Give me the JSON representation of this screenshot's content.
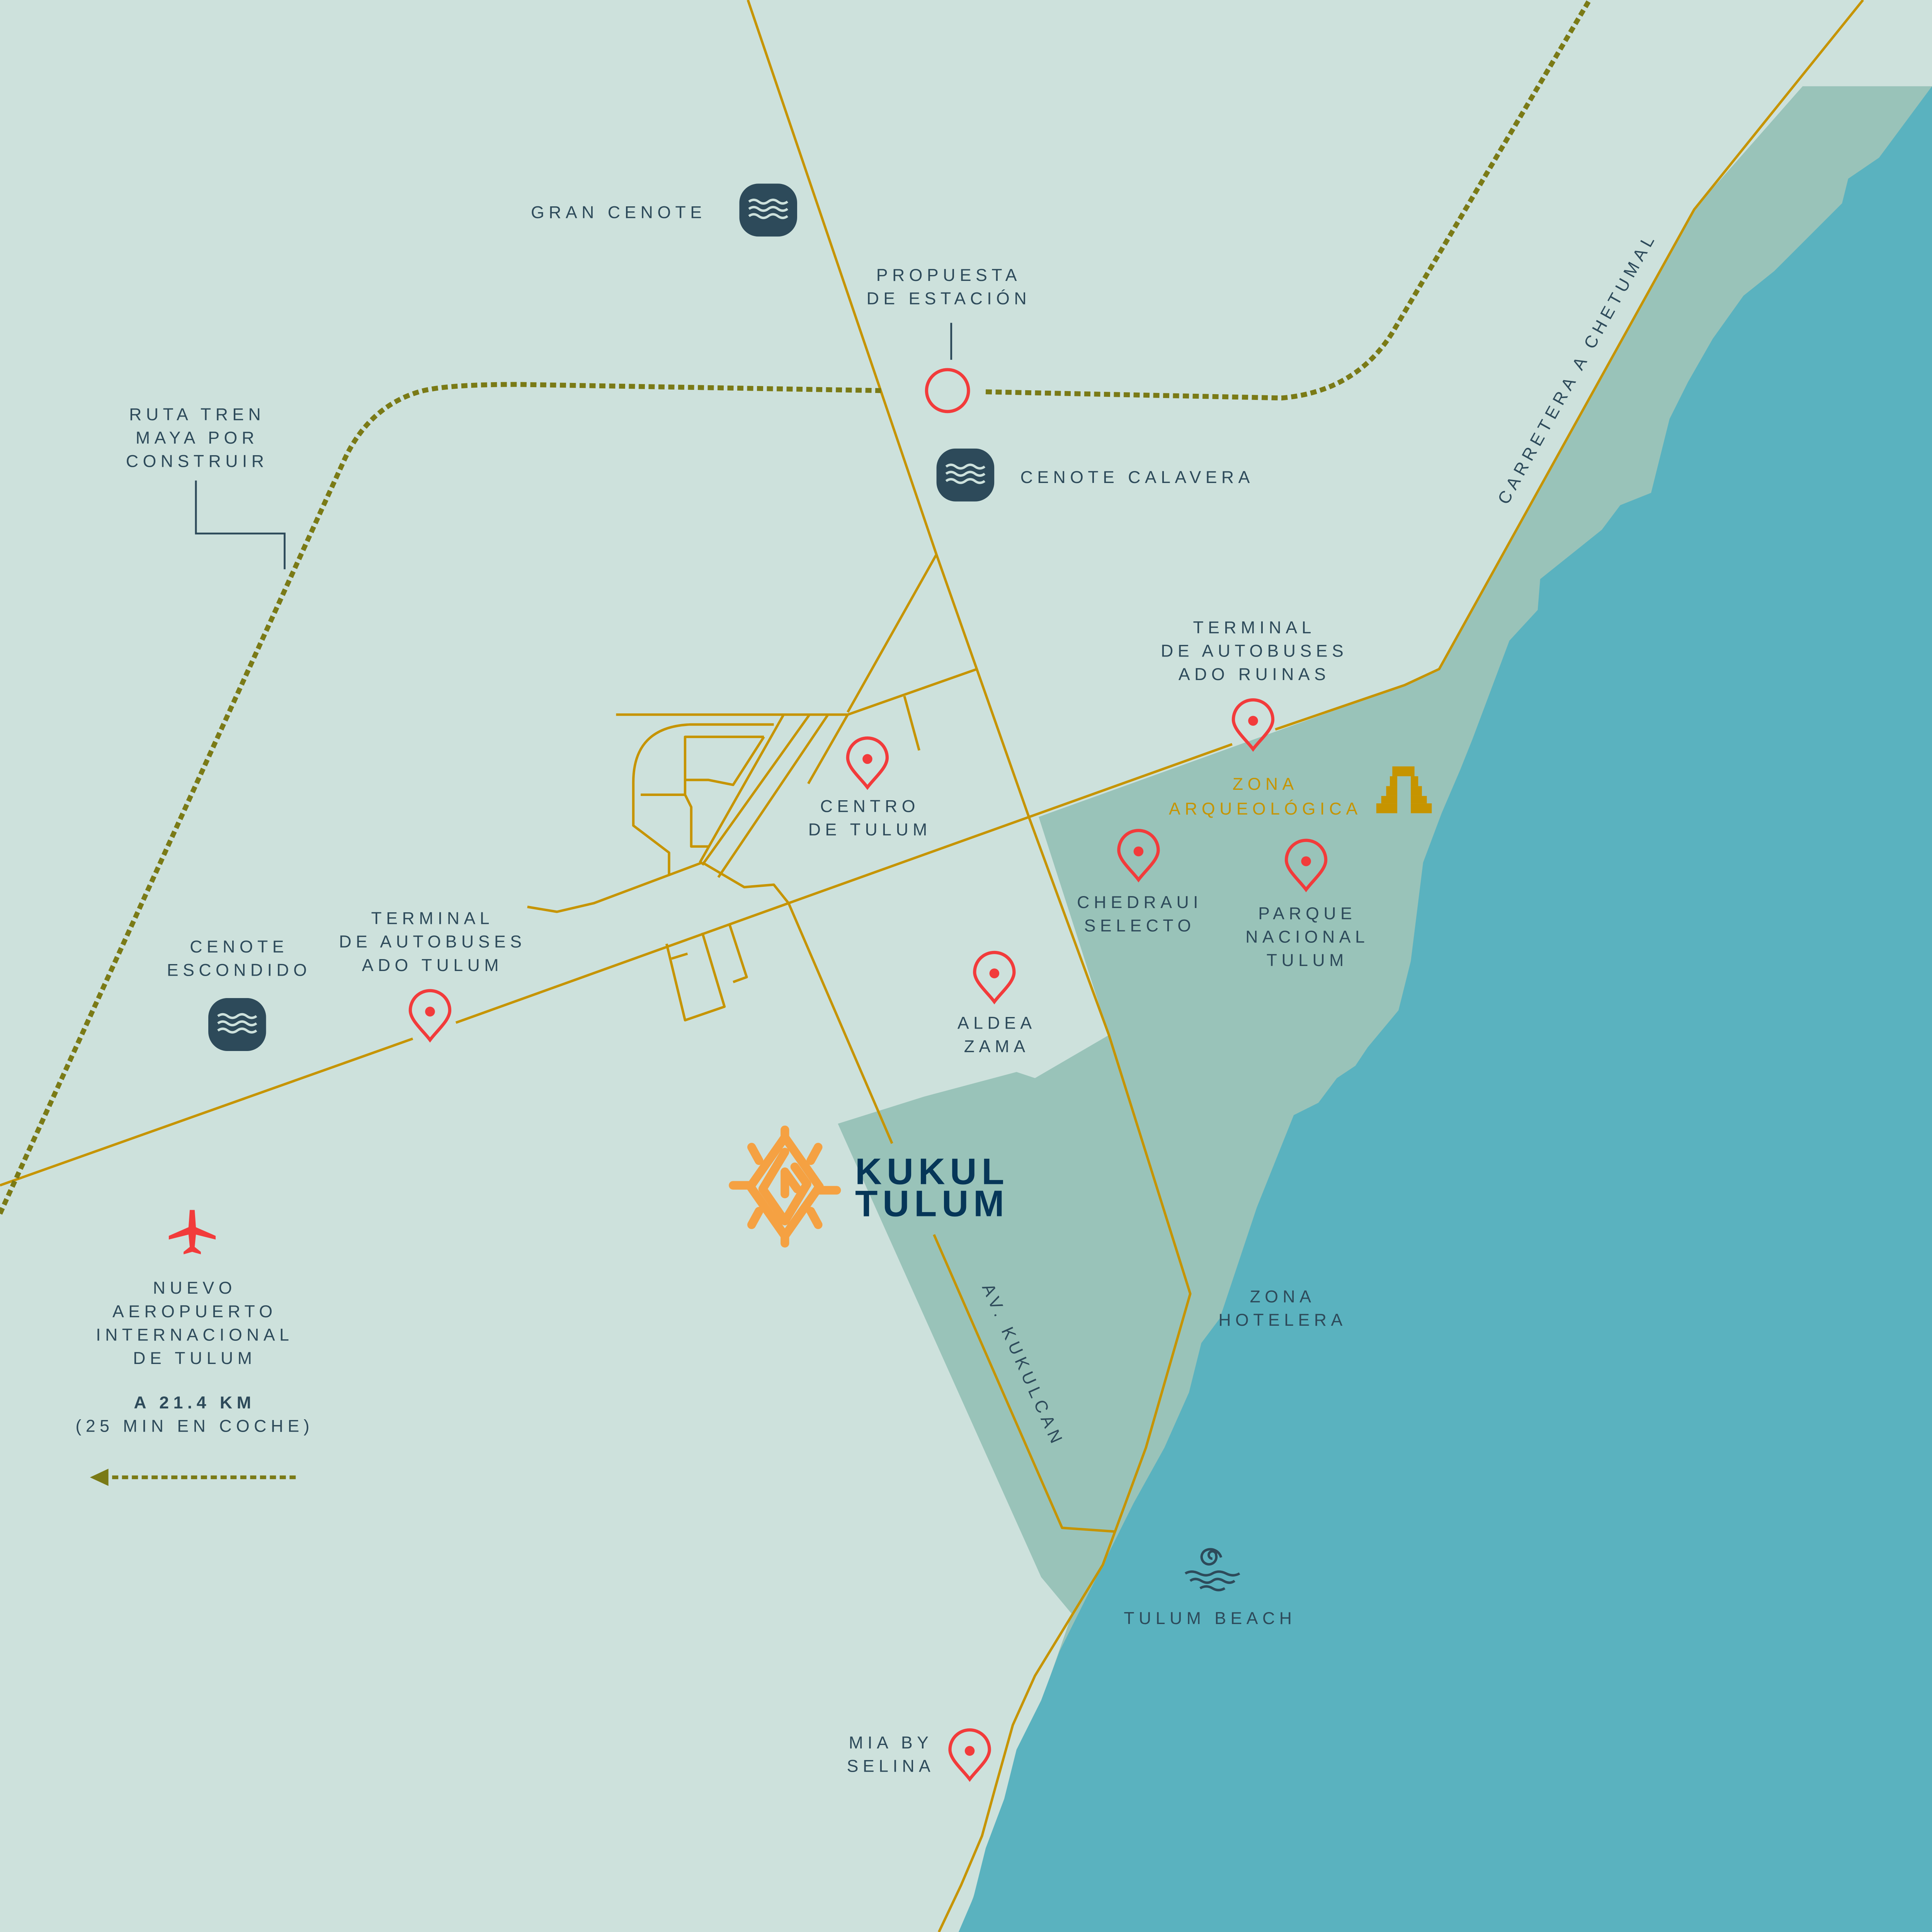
{
  "colors": {
    "background": "#cde1dc",
    "zone": "#99c3b9",
    "sea": "#5ab2bf",
    "road": "#c69400",
    "pin": "#f23b3b",
    "text": "#2d4a5a",
    "brand_text": "#063658",
    "logo": "#f5a142",
    "train": "#7a7a16"
  },
  "labels": {
    "gran_cenote": "GRAN CENOTE",
    "propuesta": [
      "PROPUESTA",
      "DE ESTACIÓN"
    ],
    "cenote_calavera": "CENOTE CALAVERA",
    "ruta_tren": [
      "RUTA TREN",
      "MAYA POR",
      "CONSTRUIR"
    ],
    "carretera": "CARRETERA A CHETUMAL",
    "terminal_ruinas": [
      "TERMINAL",
      "DE AUTOBUSES",
      "ADO RUINAS"
    ],
    "zona_arqueologica": [
      "ZONA",
      "ARQUEOLÓGICA"
    ],
    "centro": [
      "CENTRO",
      "DE TULUM"
    ],
    "chedraui": [
      "CHEDRAUI",
      "SELECTO"
    ],
    "parque": [
      "PARQUE",
      "NACIONAL",
      "TULUM"
    ],
    "terminal_tulum": [
      "TERMINAL",
      "DE AUTOBUSES",
      "ADO TULUM"
    ],
    "cenote_escondido": [
      "CENOTE",
      "ESCONDIDO"
    ],
    "aldea": [
      "ALDEA",
      "ZAMA"
    ],
    "brand": [
      "KUKUL",
      "TULUM"
    ],
    "av_kukulcan": "AV. KUKULCAN",
    "zona_hotelera": [
      "ZONA",
      "HOTELERA"
    ],
    "aeropuerto": [
      "NUEVO",
      "AEROPUERTO",
      "INTERNACIONAL",
      "DE TULUM"
    ],
    "distance": "A 21.4 KM",
    "time": "(25 MIN EN COCHE)",
    "tulum_beach": "TULUM BEACH",
    "mia": [
      "MIA BY",
      "SELINA"
    ]
  },
  "icons": [
    "cenote-icon",
    "map-pin-icon",
    "station-icon",
    "airplane-icon",
    "pyramid-icon",
    "beach-wave-icon",
    "kukul-logo",
    "arrow-left-icon"
  ]
}
